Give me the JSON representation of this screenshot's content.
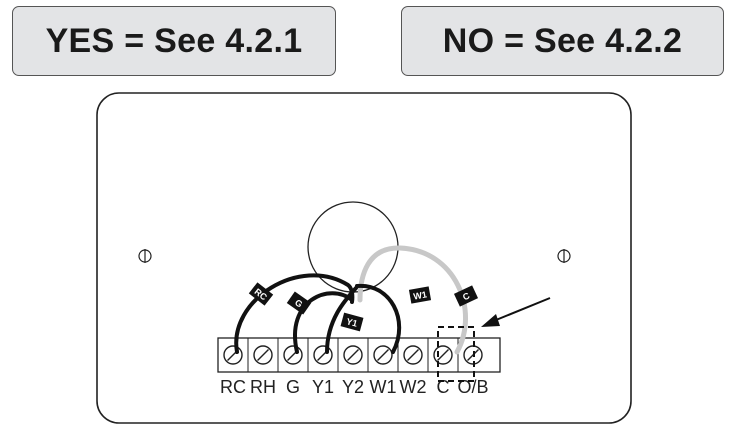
{
  "buttons": {
    "yes": "YES = See 4.2.1",
    "no": "NO = See 4.2.2"
  },
  "terminals": [
    "RC",
    "RH",
    "G",
    "Y1",
    "Y2",
    "W1",
    "W2",
    "C",
    "O/B"
  ],
  "wire_tags": {
    "rc": "RC",
    "g": "G",
    "y1": "Y1",
    "w1": "W1",
    "c": "C"
  },
  "colors": {
    "button_fill": "#e3e4e6",
    "wire_dark": "#111111",
    "wire_light": "#c8c8c8"
  }
}
